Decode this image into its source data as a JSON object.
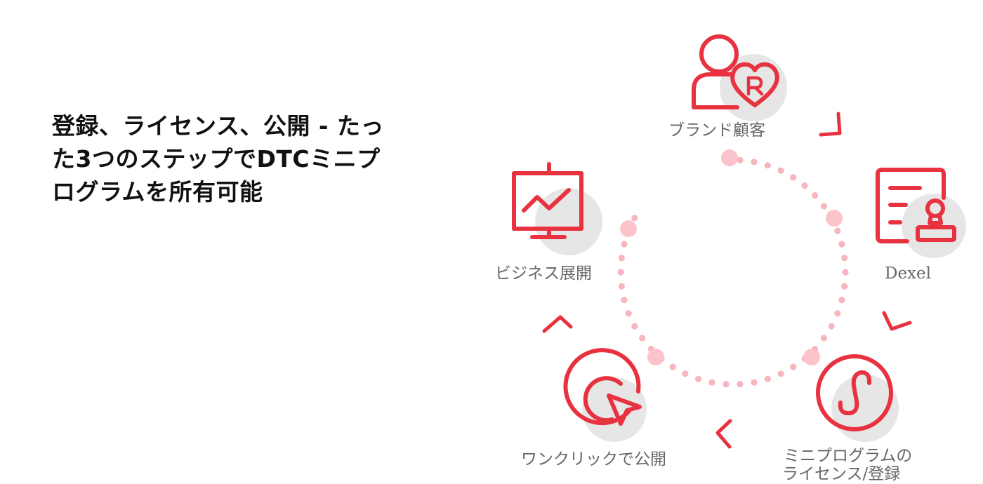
{
  "headline": {
    "line1": "登録、ライセンス、公開 - たっ",
    "line2": "た3つのステップでDTCミニプ",
    "line3": "ログラムを所有可能"
  },
  "colors": {
    "accent": "#e83240",
    "circle_bg": "#e6e6e6",
    "dot": "#f7b6bd",
    "node_dot": "#fbc4ca",
    "label": "#666666"
  },
  "steps": [
    {
      "id": "brand",
      "label": "ブランド顧客",
      "icon": "user-heart-r-icon"
    },
    {
      "id": "dexel",
      "label": "Dexel",
      "icon": "document-stamp-icon"
    },
    {
      "id": "license",
      "label_line1": "ミニプログラムの",
      "label_line2": "ライセンス/登録",
      "icon": "mini-program-icon"
    },
    {
      "id": "publish",
      "label": "ワンクリックで公開",
      "icon": "cursor-click-icon"
    },
    {
      "id": "business",
      "label": "ビジネス展開",
      "icon": "presentation-chart-icon"
    }
  ]
}
